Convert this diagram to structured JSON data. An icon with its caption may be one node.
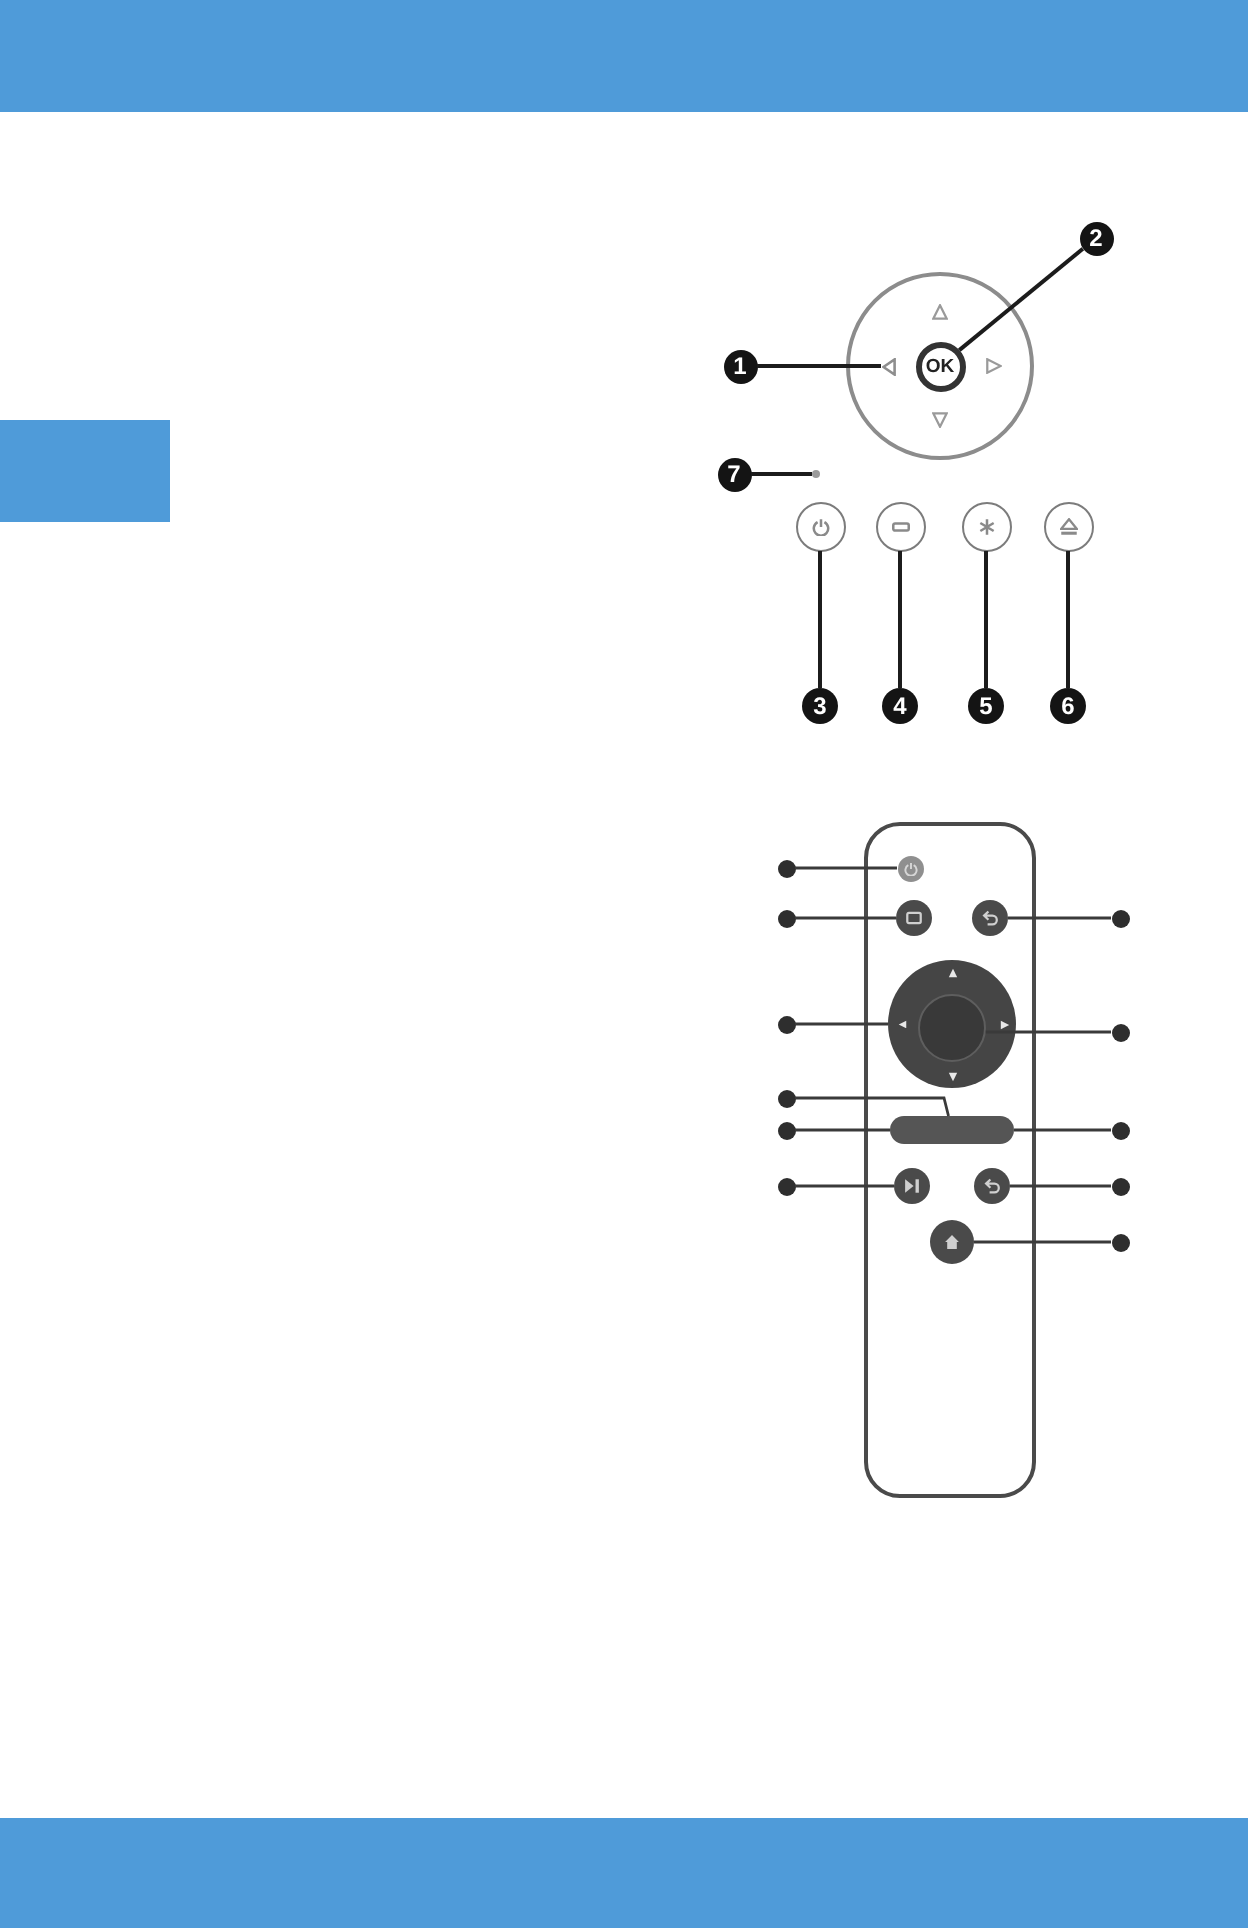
{
  "diagram": {
    "nodes": [
      {
        "text": [
          "1"
        ]
      },
      {
        "text": [
          "2"
        ]
      },
      {
        "text": [
          "3"
        ]
      },
      {
        "text": [
          "4"
        ]
      },
      {
        "text": [
          "5"
        ]
      },
      {
        "text": [
          "6"
        ]
      },
      {
        "text": [
          "7"
        ]
      },
      {
        "text": [
          "OK"
        ]
      },
      {
        "text": [],
        "shape": "triangle"
      },
      {
        "text": [],
        "shape": "circle"
      },
      {
        "text": [],
        "shape": "circle"
      },
      {
        "text": [],
        "shape": "circle"
      },
      {
        "text": [],
        "shape": "circle"
      },
      {
        "text": [],
        "shape": "dot"
      },
      {
        "text": [],
        "shape": "circle"
      },
      {
        "text": [],
        "shape": "circle"
      },
      {
        "text": [],
        "shape": "circle"
      },
      {
        "text": [],
        "shape": "circle"
      },
      {
        "text": [],
        "shape": "circle"
      },
      {
        "text": [],
        "shape": "circle"
      },
      {
        "text": [],
        "shape": "circle"
      },
      {
        "text": [],
        "shape": "circle"
      },
      {
        "text": [],
        "shape": "circle"
      },
      {
        "text": [],
        "shape": "circle"
      },
      {
        "text": [],
        "shape": "circle"
      },
      {
        "text": [],
        "shape": "circle"
      },
      {
        "text": [],
        "shape": "circle"
      },
      {
        "text": [],
        "shape": "circle"
      },
      {
        "text": [],
        "shape": "circle"
      },
      {
        "text": [],
        "shape": "circle",
        "in": 28
      },
      {
        "text": [],
        "shape": "bar"
      },
      {
        "text": [],
        "shape": "circle"
      },
      {
        "text": [],
        "shape": "circle"
      },
      {
        "text": [],
        "shape": "circle"
      },
      {
        "text": [],
        "shape": "box"
      }
    ],
    "edges": [
      {
        "from": 0,
        "to": 8,
        "arrow": "none"
      },
      {
        "from": 1,
        "to": 7,
        "arrow": "none"
      },
      {
        "from": 2,
        "to": 9,
        "arrow": "none"
      },
      {
        "from": 3,
        "to": 10,
        "arrow": "none"
      },
      {
        "from": 4,
        "to": 11,
        "arrow": "none"
      },
      {
        "from": 5,
        "to": 12,
        "arrow": "none"
      },
      {
        "from": 6,
        "to": 13,
        "arrow": "none"
      },
      {
        "from": 14,
        "to": 25,
        "arrow": "none"
      },
      {
        "from": 15,
        "to": 26,
        "arrow": "none"
      },
      {
        "from": 16,
        "to": 28,
        "arrow": "none"
      },
      {
        "from": 17,
        "to": 30,
        "arrow": "none"
      },
      {
        "from": 18,
        "to": 30,
        "arrow": "none"
      },
      {
        "from": 19,
        "to": 31,
        "arrow": "none"
      },
      {
        "from": 20,
        "to": 27,
        "arrow": "none"
      },
      {
        "from": 21,
        "to": 29,
        "arrow": "none"
      },
      {
        "from": 22,
        "to": 30,
        "arrow": "none"
      },
      {
        "from": 23,
        "to": 32,
        "arrow": "none"
      },
      {
        "from": 24,
        "to": 33,
        "arrow": "none"
      }
    ]
  }
}
